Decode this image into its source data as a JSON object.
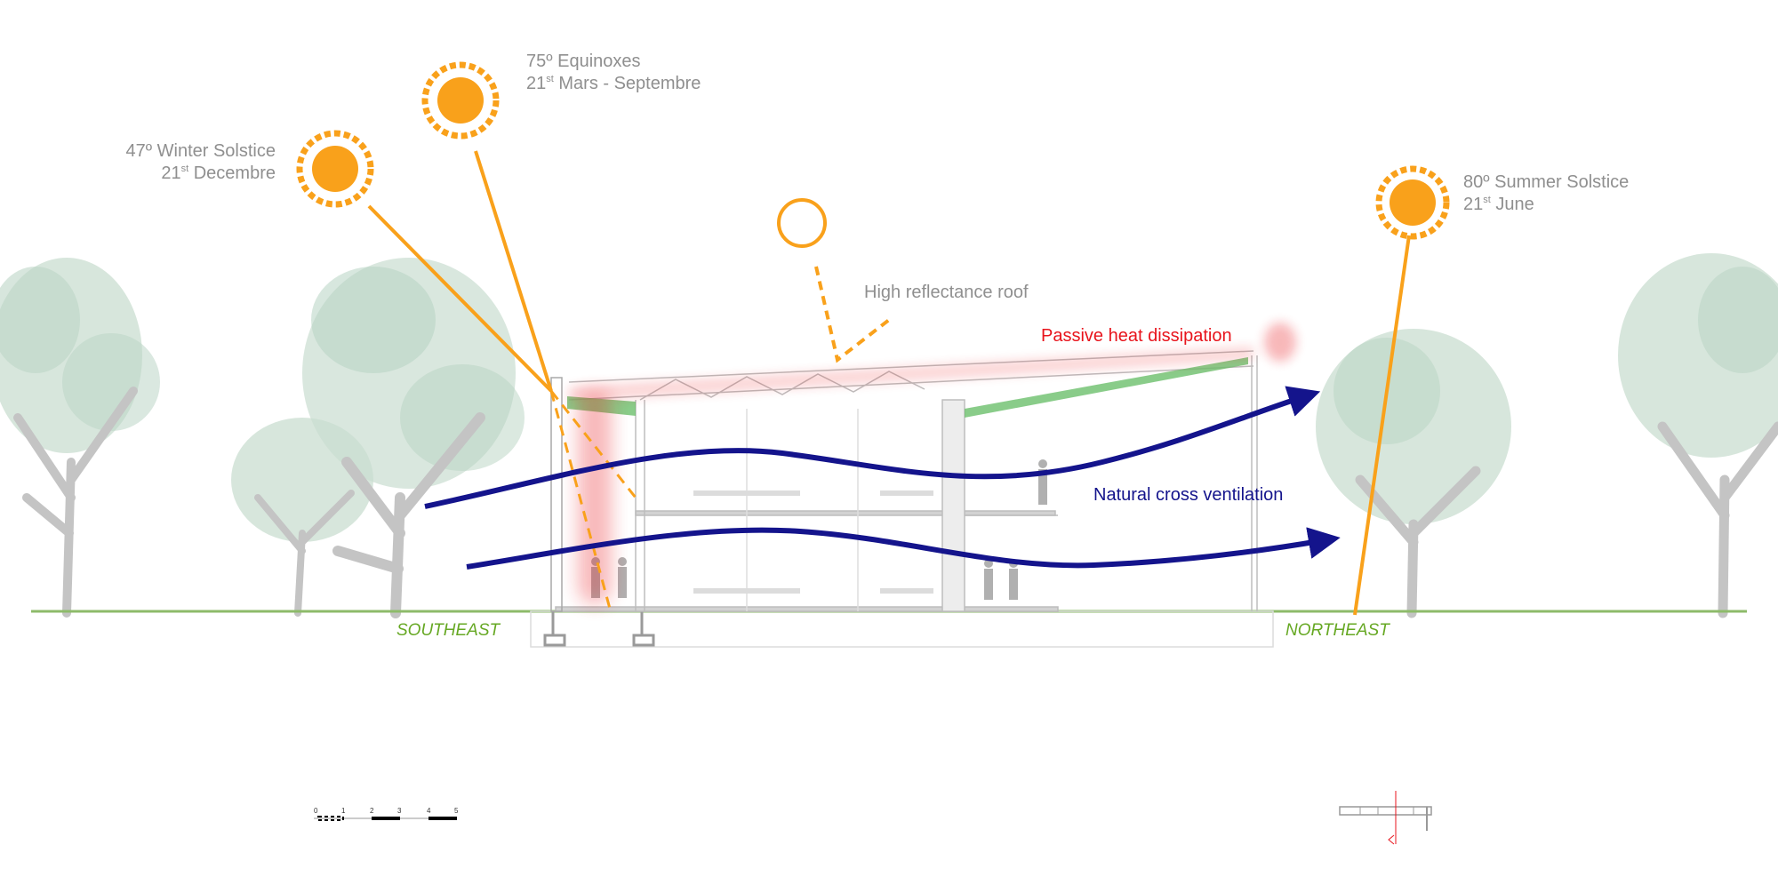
{
  "suns": {
    "winter": {
      "line1": "47º Winter Solstice",
      "day": "21",
      "suffix": "st",
      "month": "Decembre"
    },
    "equinox": {
      "line1": "75º Equinoxes",
      "day": "21",
      "suffix": "st",
      "month": "Mars - Septembre"
    },
    "summer": {
      "line1": "80º Summer Solstice",
      "day": "21",
      "suffix": "st",
      "month": "June"
    }
  },
  "annotations": {
    "roof": "High reflectance roof",
    "heat": "Passive heat dissipation",
    "ventilation": "Natural cross ventilation"
  },
  "orientation": {
    "left": "SOUTHEAST",
    "right": "NORTHEAST"
  },
  "scale_bar": {
    "ticks": [
      "0",
      "1",
      "2",
      "3",
      "4",
      "5"
    ]
  },
  "colors": {
    "sun": "#f9a11b",
    "airflow": "#14148c",
    "heat": "#e8141c",
    "orientation": "#66a823",
    "label": "#8f8f8f",
    "tree": "#bcd6c6",
    "roof_green": "#6cbf6c"
  }
}
